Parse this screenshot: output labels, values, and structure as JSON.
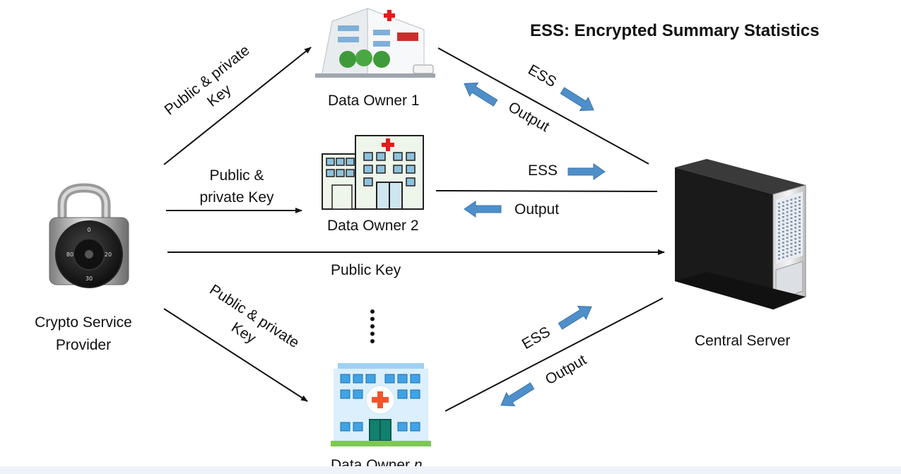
{
  "title": "ESS: Encrypted Summary Statistics",
  "nodes": {
    "crypto_provider": {
      "line1": "Crypto Service",
      "line2": "Provider",
      "icon": "combination-padlock-icon"
    },
    "owner1": {
      "label": "Data Owner 1",
      "icon": "hospital-building-icon"
    },
    "owner2": {
      "label": "Data Owner 2",
      "icon": "hospital-building-icon"
    },
    "ownern": {
      "label_prefix": "Data Owner ",
      "label_italic": "n",
      "icon": "hospital-building-icon"
    },
    "server": {
      "label": "Central Server",
      "icon": "server-tower-icon"
    }
  },
  "edges": {
    "to_owner1_line1": "Public & private",
    "to_owner1_line2": "Key",
    "to_owner2_line1": "Public &",
    "to_owner2_line2": "private Key",
    "to_server": "Public Key",
    "to_ownern_line1": "Public & private",
    "to_ownern_line2": "Key",
    "ess": "ESS",
    "output": "Output"
  },
  "colors": {
    "arrow_blue": "#4f8fc9",
    "line": "#111111"
  },
  "ellipsis_dots": 5
}
